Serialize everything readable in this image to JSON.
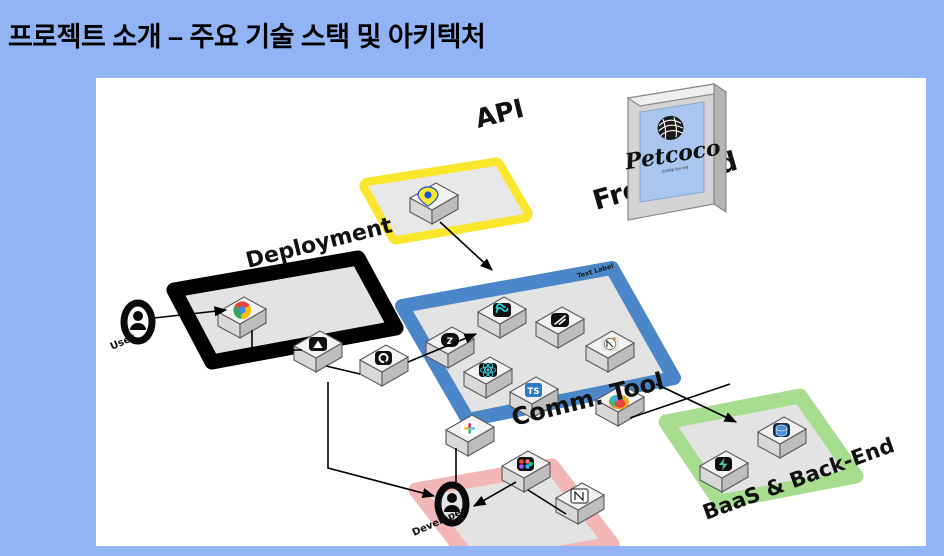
{
  "slide": {
    "title": "프로젝트 소개 – 주요 기술 스택 및 아키텍처",
    "background_color": "#92b4f4",
    "panel_color": "#ffffff"
  },
  "diagram": {
    "type": "isometric-architecture",
    "zones": [
      {
        "id": "api",
        "label": "API",
        "shape": "diamond",
        "border_color": "#fbe62e",
        "fill_color": "#e6e6e6",
        "nodes": [
          {
            "id": "kakao-map",
            "label": "Kakao Map API",
            "icon": "kakao-map-pin-icon"
          }
        ]
      },
      {
        "id": "deployment",
        "label": "Deployment",
        "shape": "rounded-rect",
        "border_color": "#000000",
        "fill_color": "#e3e3e3",
        "nodes": [
          {
            "id": "chrome",
            "label": "Chrome",
            "icon": "chrome-icon"
          },
          {
            "id": "vercel",
            "label": "Vercel",
            "icon": "vercel-icon"
          }
        ]
      },
      {
        "id": "front-end",
        "label": "Front-End",
        "sub_label": "Text Label",
        "shape": "rounded-rect",
        "border_color": "#4a86c8",
        "fill_color": "#e3e3e3",
        "nodes": [
          {
            "id": "nextjs",
            "label": "Next.js",
            "icon": "nextjs-icon"
          },
          {
            "id": "tailwind",
            "label": "Tailwind CSS",
            "icon": "tailwind-icon"
          },
          {
            "id": "react",
            "label": "React",
            "icon": "react-icon"
          },
          {
            "id": "typescript",
            "label": "TypeScript",
            "icon": "typescript-icon"
          },
          {
            "id": "shadcn",
            "label": "shadcn/ui",
            "icon": "shadcn-icon"
          },
          {
            "id": "zustand",
            "label": "Zustand",
            "icon": "zustand-icon"
          },
          {
            "id": "tanstack-query",
            "label": "TanStack Query",
            "icon": "tanstack-query-icon"
          }
        ]
      },
      {
        "id": "comm-tool",
        "label": "Comm. Tool",
        "shape": "rounded-rect",
        "border_color": "#f3b6b6",
        "fill_color": "#e3e3e3",
        "nodes": [
          {
            "id": "slack",
            "label": "Slack",
            "icon": "slack-icon"
          },
          {
            "id": "figma",
            "label": "Figma",
            "icon": "figma-icon"
          },
          {
            "id": "notion",
            "label": "Notion",
            "icon": "notion-icon"
          }
        ]
      },
      {
        "id": "baas-backend",
        "label": "BaaS & Back-End",
        "shape": "rounded-rect",
        "border_color": "#a8dd8f",
        "fill_color": "#e3e3e3",
        "nodes": [
          {
            "id": "supabase",
            "label": "Supabase",
            "icon": "supabase-icon"
          },
          {
            "id": "postgresql",
            "label": "PostgreSQL",
            "icon": "postgresql-icon"
          }
        ]
      }
    ],
    "standalone_nodes": [
      {
        "id": "github",
        "label": "GitHub",
        "icon": "github-icon"
      }
    ],
    "actors": [
      {
        "id": "user",
        "label": "User",
        "icon": "person-icon"
      },
      {
        "id": "developer",
        "label": "Developer",
        "icon": "person-icon"
      }
    ],
    "product_panel": {
      "id": "petcoco-screen",
      "brand": "Petcoco",
      "tagline": "반려동물 동반 여행",
      "icon": "yarn-ball-icon",
      "screen_color": "#a8c6f0"
    },
    "connections": [
      {
        "from": "user",
        "to": "chrome",
        "arrow": true
      },
      {
        "from": "chrome",
        "to": "vercel",
        "arrow": false
      },
      {
        "from": "vercel",
        "to": "github",
        "arrow": false
      },
      {
        "from": "github",
        "to": "front-end",
        "arrow": true
      },
      {
        "from": "kakao-map",
        "to": "front-end",
        "arrow": true
      },
      {
        "from": "front-end",
        "to": "baas-backend",
        "arrow": true
      },
      {
        "from": "developer",
        "to": "github",
        "arrow": true
      },
      {
        "from": "slack",
        "to": "developer",
        "arrow": true
      },
      {
        "from": "figma",
        "to": "developer",
        "arrow": true
      },
      {
        "from": "notion",
        "to": "figma",
        "arrow": false
      }
    ]
  }
}
